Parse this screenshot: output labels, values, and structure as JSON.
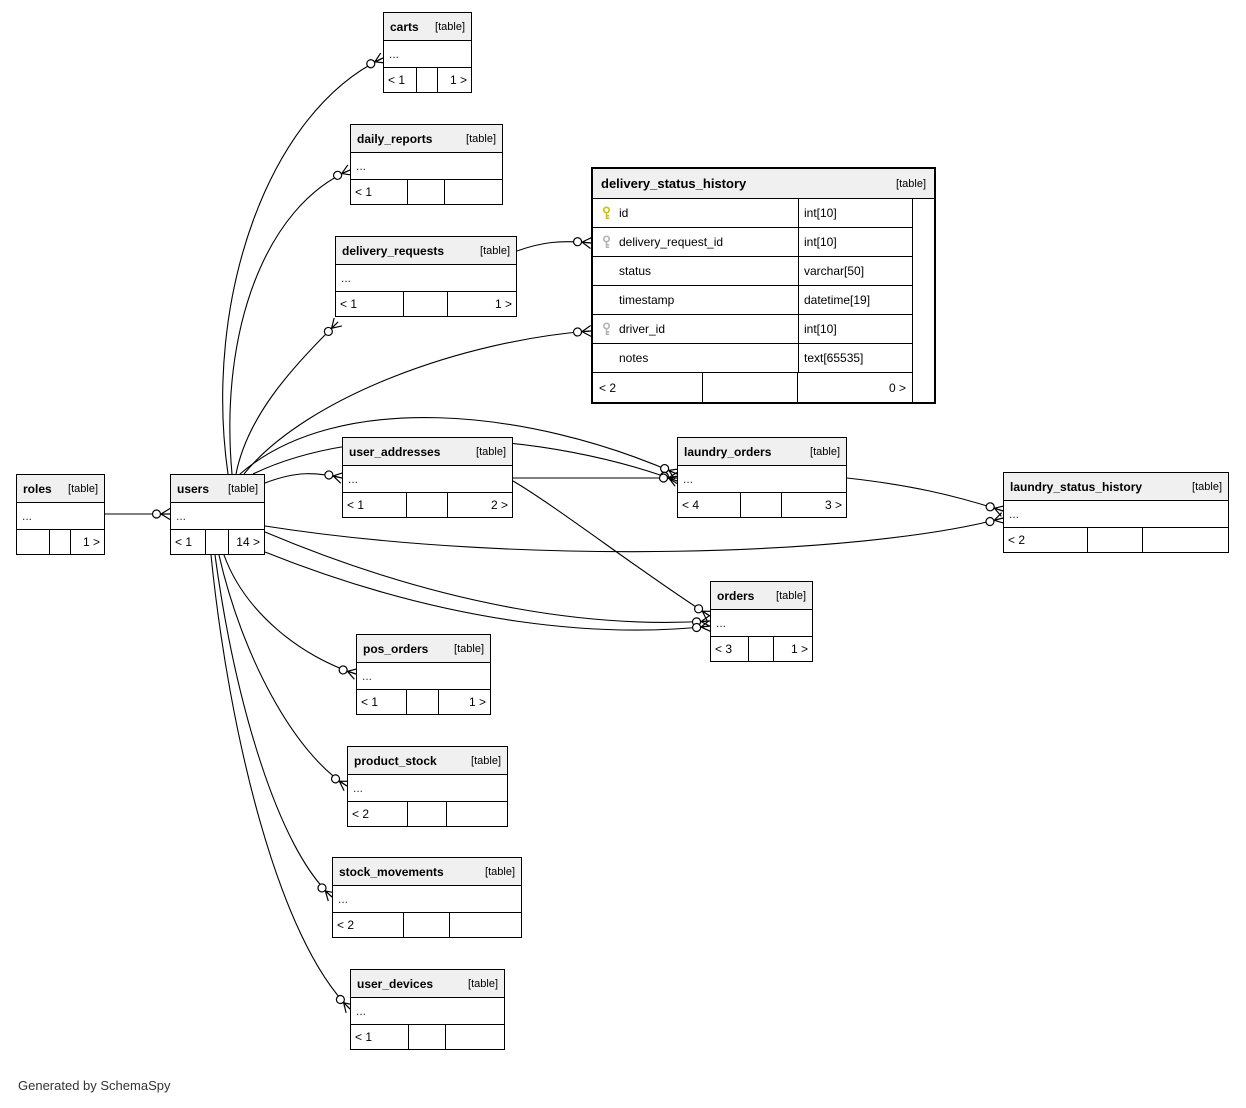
{
  "diagram": {
    "generated_note": "Generated by SchemaSpy"
  },
  "colors": {
    "primary_key": "#cfc000",
    "foreign_key": "#b4b4b4",
    "header_bg": "#f0f0f0",
    "line": "#000000"
  },
  "tables": {
    "carts": {
      "name": "carts",
      "tag": "[table]",
      "ellipsis": "...",
      "footer": {
        "left": "< 1",
        "mid": "",
        "right": "1 >"
      }
    },
    "daily_reports": {
      "name": "daily_reports",
      "tag": "[table]",
      "ellipsis": "...",
      "footer": {
        "left": "< 1",
        "mid": "",
        "right": ""
      }
    },
    "delivery_requests": {
      "name": "delivery_requests",
      "tag": "[table]",
      "ellipsis": "...",
      "footer": {
        "left": "< 1",
        "mid": "",
        "right": "1 >"
      }
    },
    "delivery_status_history": {
      "name": "delivery_status_history",
      "tag": "[table]",
      "columns": [
        {
          "icon": "primary-key",
          "name": "id",
          "type": "int[10]"
        },
        {
          "icon": "foreign-key",
          "name": "delivery_request_id",
          "type": "int[10]"
        },
        {
          "icon": "",
          "name": "status",
          "type": "varchar[50]"
        },
        {
          "icon": "",
          "name": "timestamp",
          "type": "datetime[19]"
        },
        {
          "icon": "foreign-key",
          "name": "driver_id",
          "type": "int[10]"
        },
        {
          "icon": "",
          "name": "notes",
          "type": "text[65535]"
        }
      ],
      "footer": {
        "left": "< 2",
        "mid": "",
        "right": "0 >"
      }
    },
    "roles": {
      "name": "roles",
      "tag": "[table]",
      "ellipsis": "...",
      "footer": {
        "left": "",
        "mid": "",
        "right": "1 >"
      }
    },
    "users": {
      "name": "users",
      "tag": "[table]",
      "ellipsis": "...",
      "footer": {
        "left": "< 1",
        "mid": "",
        "right": "14 >"
      }
    },
    "user_addresses": {
      "name": "user_addresses",
      "tag": "[table]",
      "ellipsis": "...",
      "footer": {
        "left": "< 1",
        "mid": "",
        "right": "2 >"
      }
    },
    "laundry_orders": {
      "name": "laundry_orders",
      "tag": "[table]",
      "ellipsis": "...",
      "footer": {
        "left": "< 4",
        "mid": "",
        "right": "3 >"
      }
    },
    "laundry_status_history": {
      "name": "laundry_status_history",
      "tag": "[table]",
      "ellipsis": "...",
      "footer": {
        "left": "< 2",
        "mid": "",
        "right": ""
      }
    },
    "orders": {
      "name": "orders",
      "tag": "[table]",
      "ellipsis": "...",
      "footer": {
        "left": "< 3",
        "mid": "",
        "right": "1 >"
      }
    },
    "pos_orders": {
      "name": "pos_orders",
      "tag": "[table]",
      "ellipsis": "...",
      "footer": {
        "left": "< 1",
        "mid": "",
        "right": "1 >"
      }
    },
    "product_stock": {
      "name": "product_stock",
      "tag": "[table]",
      "ellipsis": "...",
      "footer": {
        "left": "< 2",
        "mid": "",
        "right": ""
      }
    },
    "stock_movements": {
      "name": "stock_movements",
      "tag": "[table]",
      "ellipsis": "...",
      "footer": {
        "left": "< 2",
        "mid": "",
        "right": ""
      }
    },
    "user_devices": {
      "name": "user_devices",
      "tag": "[table]",
      "ellipsis": "...",
      "footer": {
        "left": "< 1",
        "mid": "",
        "right": ""
      }
    }
  }
}
